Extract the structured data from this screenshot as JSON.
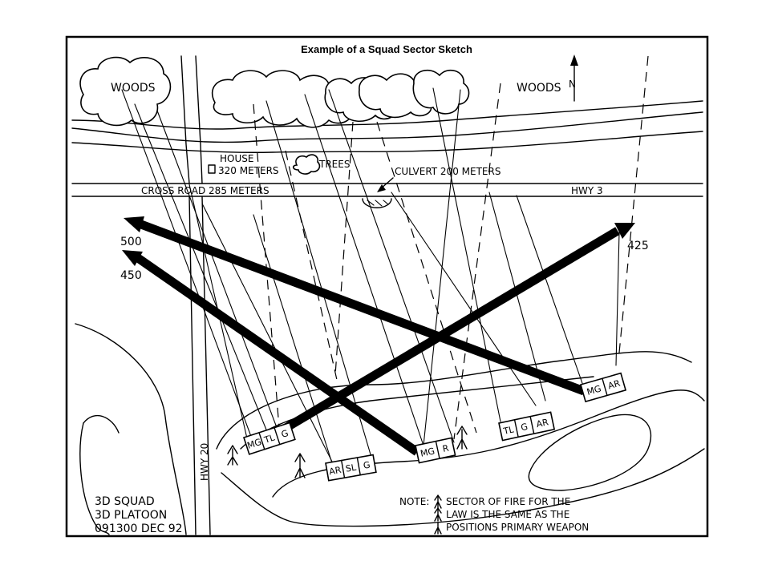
{
  "title": "Example of a Squad Sector Sketch",
  "labels": {
    "woods_left": "WOODS",
    "woods_right": "WOODS",
    "north": "N",
    "house_line1": "HOUSE",
    "house_line2": "320 METERS",
    "trees": "TREES",
    "culvert": "CULVERT 200 METERS",
    "crossroad": "CROSS ROAD 285 METERS",
    "hwy3": "HWY 3",
    "hwy20": "HWY 20",
    "range_500": "500",
    "range_450": "450",
    "range_425": "425"
  },
  "squad_info": {
    "line1": "3D SQUAD",
    "line2": "3D PLATOON",
    "line3": "091300 DEC 92"
  },
  "note": {
    "label": "NOTE:",
    "line1": "SECTOR OF FIRE FOR THE",
    "line2": "LAW IS THE SAME AS THE",
    "line3": "POSITIONS PRIMARY WEAPON"
  },
  "positions": [
    {
      "id": "left",
      "cells": [
        "MG",
        "TL",
        "G"
      ]
    },
    {
      "id": "center-left",
      "cells": [
        "AR",
        "SL",
        "G"
      ]
    },
    {
      "id": "center",
      "cells": [
        "MG",
        "R"
      ]
    },
    {
      "id": "center-right",
      "cells": [
        "TL",
        "G",
        "AR"
      ]
    },
    {
      "id": "right",
      "cells": [
        "MG",
        "AR"
      ]
    }
  ]
}
